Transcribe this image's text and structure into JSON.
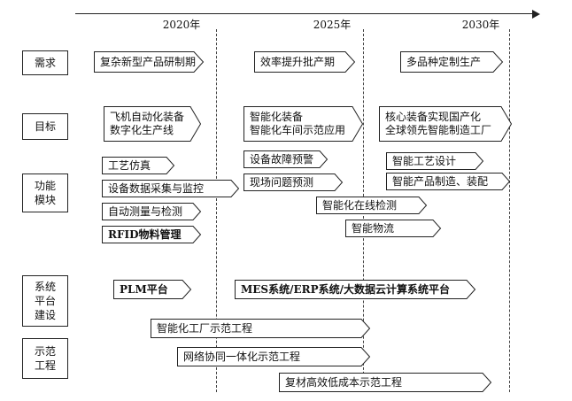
{
  "timeline": {
    "years": [
      "2020年",
      "2025年",
      "2030年"
    ]
  },
  "categories": {
    "demand": "需求",
    "goal": "目标",
    "function_module": "功能\n模块",
    "system_platform": "系统\n平台\n建设",
    "demo_project": "示范\n工程"
  },
  "demand": {
    "phase1": "复杂新型产品研制期",
    "phase2": "效率提升批产期",
    "phase3": "多品种定制生产"
  },
  "goal": {
    "phase1": "飞机自动化装备\n数字化生产线",
    "phase2": "智能化装备\n智能化车间示范应用",
    "phase3": "核心装备实现国产化\n全球领先智能制造工厂"
  },
  "function_module": {
    "items": [
      "工艺仿真",
      "设备数据采集与监控",
      "自动测量与检测",
      "RFID物料管理",
      "设备故障预警",
      "现场问题预测",
      "智能化在线检测",
      "智能物流",
      "智能工艺设计",
      "智能产品制造、装配"
    ]
  },
  "system_platform": {
    "plm": "PLM平台",
    "mes": "MES系统/ERP系统/大数据云计算系统平台"
  },
  "demo_project": {
    "items": [
      "智能化工厂示范工程",
      "网络协同一体化示范工程",
      "复材高效低成本示范工程"
    ]
  }
}
